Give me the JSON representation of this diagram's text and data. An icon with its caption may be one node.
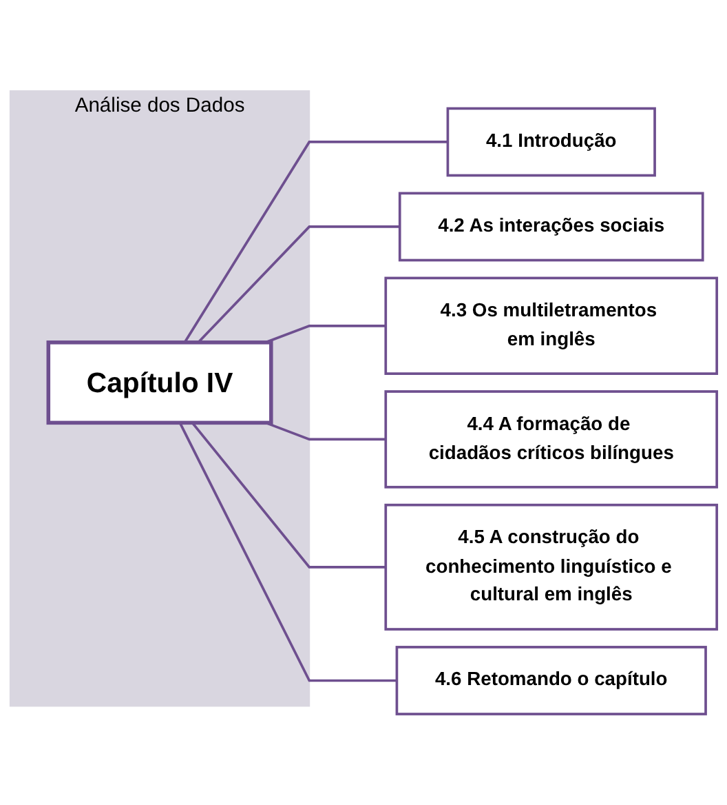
{
  "diagram": {
    "nodes": [
      {
        "text": [
          "Análise dos Dados"
        ]
      },
      {
        "text": [
          "Capítulo IV"
        ],
        "in": 0
      },
      {
        "text": [
          "4.1 Introdução"
        ]
      },
      {
        "text": [
          "4.2 As interações sociais"
        ]
      },
      {
        "text": [
          "4.3 Os multiletramentos em inglês"
        ]
      },
      {
        "text": [
          "4.4 A formação de cidadãos críticos bilíngues"
        ]
      },
      {
        "text": [
          "4.5 A construção do conhecimento linguístico e cultural em inglês"
        ]
      },
      {
        "text": [
          "4.6 Retomando o capítulo"
        ]
      }
    ],
    "edges": [
      {
        "from": 1,
        "to": 2,
        "arrow": "none"
      },
      {
        "from": 1,
        "to": 3,
        "arrow": "none"
      },
      {
        "from": 1,
        "to": 4,
        "arrow": "none"
      },
      {
        "from": 1,
        "to": 5,
        "arrow": "none"
      },
      {
        "from": 1,
        "to": 6,
        "arrow": "none"
      },
      {
        "from": 1,
        "to": 7,
        "arrow": "none"
      }
    ]
  }
}
